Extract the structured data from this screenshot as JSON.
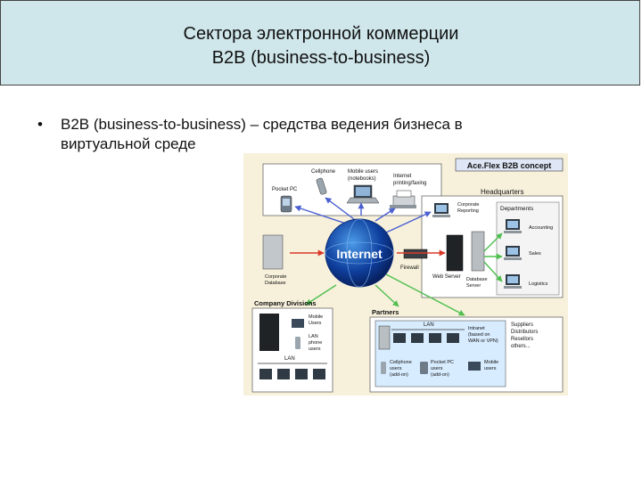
{
  "slide": {
    "title_line1": "Сектора электронной коммерции",
    "title_line2": "B2B (business-to-business)",
    "bullet_symbol": "•",
    "body_line1": "B2B (business-to-business) – средства ведения бизнеса в",
    "body_line2": "виртуальной среде"
  },
  "diagram": {
    "concept_title": "Ace.Flex B2B concept",
    "internet": "Internet",
    "headquarters": "Headquarters",
    "departments": "Departments",
    "accounting": "Accounting",
    "sales": "Sales",
    "logistics": "Logistics",
    "corporate_reporting": [
      "Corporate",
      "Reporting"
    ],
    "corporate_database": [
      "Corporate",
      "Database"
    ],
    "firewall": "Firewall",
    "web_server": "Web Server",
    "database_server": [
      "Database",
      "Server"
    ],
    "cellphone_top": "Cellphone",
    "mobile_users_top": [
      "Mobile users",
      "(notebooks)"
    ],
    "internet_printing": [
      "Internet",
      "printing/faxing"
    ],
    "pocket_pc_top": "Pocket PC",
    "company_divisions": "Company Divisions",
    "mobile_users_div": [
      "Mobile",
      "Users"
    ],
    "lan_phone_users": [
      "LAN",
      "phone",
      "users"
    ],
    "lan_div": "LAN",
    "partners": "Partners",
    "lan_partners": "LAN",
    "intranet": [
      "Intranet",
      "(based on",
      "WAN or VPN)"
    ],
    "suppliers": [
      "Suppliers",
      "Distributors",
      "Resellors",
      "others..."
    ],
    "cellphone_bottom": [
      "Cellphone",
      "users",
      "(add-on)"
    ],
    "pocket_pc_bottom": [
      "Pocket PC",
      "users",
      "(add-on)"
    ],
    "mobile_users_bottom": [
      "Mobile",
      "users"
    ],
    "colors": {
      "background": "#f7f1dc",
      "arrow_blue": "#4a5fd0",
      "arrow_green": "#4fbf4f",
      "arrow_red": "#d93a2b",
      "partner_panel": "#d8ecff"
    }
  }
}
